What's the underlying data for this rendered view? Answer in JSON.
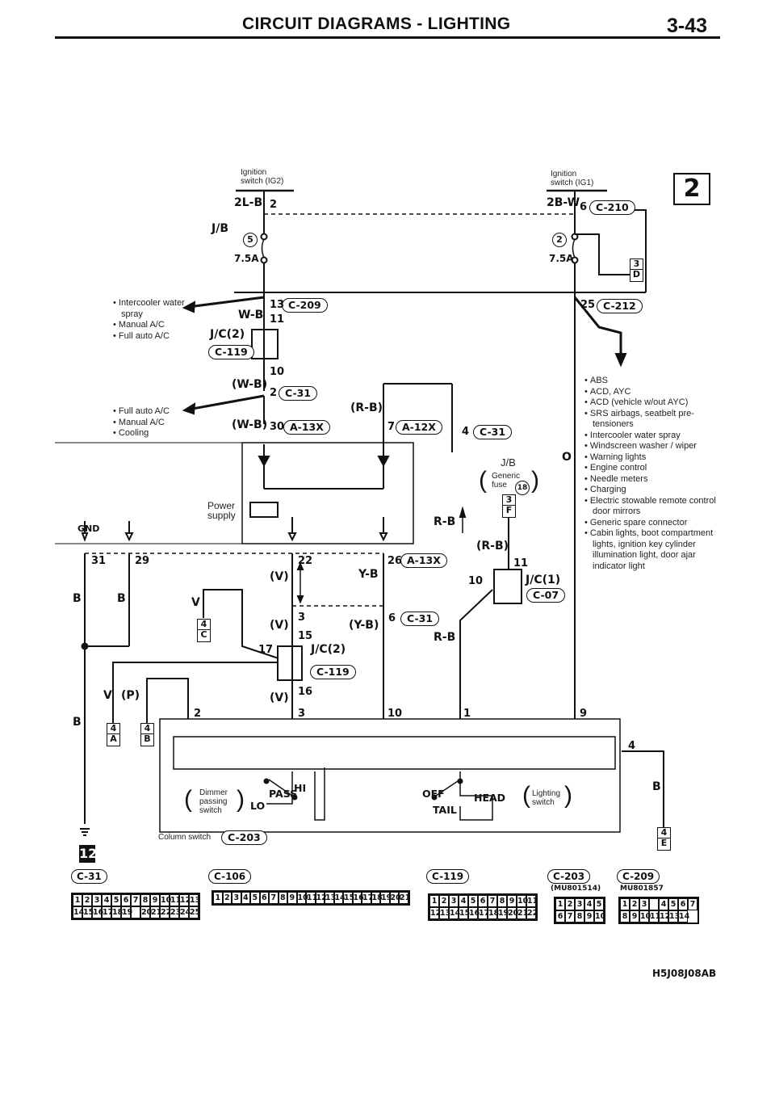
{
  "header": {
    "title": "CIRCUIT DIAGRAMS - LIGHTING",
    "page": "3-43"
  },
  "page_marker": "2",
  "bottom_marker": "12",
  "diagram_code": "H5J08J08AB",
  "ignition": {
    "ig2": "Ignition\nswitch (IG2)",
    "ig1": "Ignition\nswitch (IG1)"
  },
  "notes": {
    "left_top": [
      "Intercooler water spray",
      "Manual A/C",
      "Full auto A/C"
    ],
    "left_mid": [
      "Full auto A/C",
      "Manual A/C",
      "Cooling"
    ],
    "right": [
      "ABS",
      "ACD, AYC",
      "ACD (vehicle w/out AYC)",
      "SRS airbags, seatbelt pre-tensioners",
      "Intercooler water spray",
      "Windscreen washer / wiper",
      "Warning lights",
      "Engine control",
      "Needle meters",
      "Charging",
      "Electric stowable remote control door mirrors",
      "Generic spare connector",
      "Cabin lights, boot compartment lights, ignition key cylinder illumination light, door ajar indicator light"
    ]
  },
  "jb_generic": {
    "title": "J/B",
    "sub": "Generic\nfuse",
    "num": "18"
  },
  "power_supply": "Power\nsupply",
  "gnd": "GND",
  "switch_labels": {
    "dimmer": "Dimmer\npassing\nswitch",
    "lighting": "Lighting\nswitch",
    "column": "Column switch",
    "lo": "LO",
    "pass": "PASS",
    "hi": "HI",
    "off": "OFF",
    "head": "HEAD",
    "tail": "TAIL"
  },
  "wires": {
    "w2lb": "2L-B",
    "w2bw": "2B-W",
    "wb": "W-B",
    "wb_p1": "(W-B)",
    "wb_p2": "(W-B)",
    "rb_p": "(R-B)",
    "rb1": "R-B",
    "rb_p2": "(R-B)",
    "rb2": "R-B",
    "o": "O",
    "v_p1": "(V)",
    "v_p2": "(V)",
    "v_p3": "(V)",
    "yb": "Y-B",
    "yb_p": "(Y-B)",
    "b1": "B",
    "b2": "B",
    "b3": "B",
    "b4": "B",
    "v": "V",
    "v2": "V",
    "p_p": "(P)",
    "jb": "J/B",
    "jc2a": "J/C(2)",
    "jc2b": "J/C(2)",
    "jc1": "J/C(1)",
    "fuse_left": "7.5A",
    "fuse_right": "7.5A"
  },
  "connectors": {
    "c210": "C-210",
    "c209": "C-209",
    "c212": "C-212",
    "c119a": "C-119",
    "c31a": "C-31",
    "a13xa": "A-13X",
    "a12x": "A-12X",
    "c31b": "C-31",
    "a13xb": "A-13X",
    "c31c": "C-31",
    "c07": "C-07",
    "c119b": "C-119",
    "c203": "C-203"
  },
  "pins": {
    "p2a": "2",
    "p6a": "6",
    "p13": "13",
    "p11a": "11",
    "p10a": "10",
    "p2b": "2",
    "p30": "30",
    "p7": "7",
    "p4": "4",
    "p25": "25",
    "p31": "31",
    "p29": "29",
    "p22": "22",
    "p26": "26",
    "p3a": "3",
    "p15": "15",
    "p6b": "6",
    "p17": "17",
    "p16": "16",
    "p3b": "3",
    "p10b": "10",
    "p1": "1",
    "p9": "9",
    "p2c": "2",
    "p4b": "4",
    "p11b": "11",
    "p10c": "10"
  },
  "fuse_ids": {
    "left": "5",
    "right": "2"
  },
  "off_page": {
    "d3": {
      "n": "3",
      "l": "D"
    },
    "f3": {
      "n": "3",
      "l": "F"
    },
    "c4": {
      "n": "4",
      "l": "C"
    },
    "a4": {
      "n": "4",
      "l": "A"
    },
    "b4": {
      "n": "4",
      "l": "B"
    },
    "e4": {
      "n": "4",
      "l": "E"
    }
  },
  "connector_views": {
    "c31": {
      "tag": "C-31",
      "row1": [
        "1",
        "2",
        "3",
        "4",
        "5",
        "6",
        "7",
        "8",
        "9",
        "10",
        "11",
        "12",
        "13"
      ],
      "row2": [
        "14",
        "15",
        "16",
        "17",
        "18",
        "19",
        "",
        "20",
        "21",
        "22",
        "23",
        "24",
        "25"
      ]
    },
    "c106": {
      "tag": "C-106",
      "row1": [
        "1",
        "2",
        "3",
        "4",
        "5",
        "6",
        "7",
        "8",
        "9",
        "10",
        "11",
        "12",
        "13",
        "14",
        "15",
        "16",
        "17",
        "18",
        "19",
        "20",
        "21"
      ]
    },
    "c119": {
      "tag": "C-119",
      "row1": [
        "1",
        "2",
        "3",
        "4",
        "5",
        "6",
        "7",
        "8",
        "9",
        "10",
        "11"
      ],
      "row2": [
        "12",
        "13",
        "14",
        "15",
        "16",
        "17",
        "18",
        "19",
        "20",
        "21",
        "22"
      ]
    },
    "c203": {
      "tag": "C-203",
      "part": "(MU801514)",
      "row1": [
        "1",
        "2",
        "3",
        "4",
        "5"
      ],
      "row2": [
        "6",
        "7",
        "8",
        "9",
        "10"
      ]
    },
    "c209": {
      "tag": "C-209",
      "part": "MU801857",
      "row1": [
        "1",
        "2",
        "3",
        "",
        "4",
        "5",
        "6"
      ],
      "row2": [
        "7",
        "8",
        "9",
        "10",
        "11",
        "12",
        "13",
        "14"
      ]
    }
  }
}
